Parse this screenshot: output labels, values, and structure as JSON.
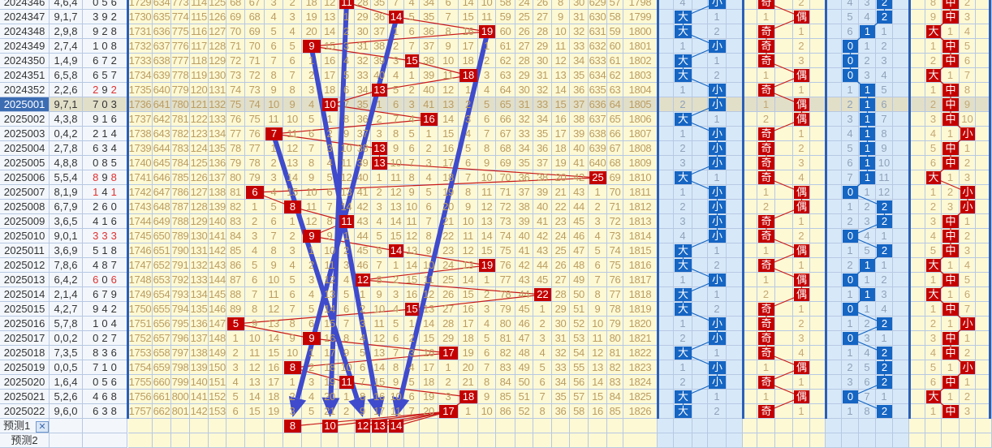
{
  "rows": [
    {
      "period": "2024346",
      "test": "4,6,4",
      "draw": [
        "0",
        "5",
        "6"
      ]
    },
    {
      "period": "2024347",
      "test": "9,1,7",
      "draw": [
        "3",
        "9",
        "2"
      ]
    },
    {
      "period": "2024348",
      "test": "2,9,8",
      "draw": [
        "9",
        "2",
        "8"
      ]
    },
    {
      "period": "2024349",
      "test": "2,7,4",
      "draw": [
        "1",
        "0",
        "8"
      ]
    },
    {
      "period": "2024350",
      "test": "1,4,9",
      "draw": [
        "6",
        "7",
        "2"
      ]
    },
    {
      "period": "2024351",
      "test": "6,5,8",
      "draw": [
        "6",
        "5",
        "7"
      ]
    },
    {
      "period": "2024352",
      "test": "2,2,6",
      "draw": [
        "2",
        "9",
        "2"
      ]
    },
    {
      "period": "2025001",
      "test": "9,7,1",
      "draw": [
        "7",
        "0",
        "3"
      ]
    },
    {
      "period": "2025002",
      "test": "4,3,8",
      "draw": [
        "9",
        "1",
        "6"
      ]
    },
    {
      "period": "2025003",
      "test": "0,4,2",
      "draw": [
        "2",
        "1",
        "4"
      ]
    },
    {
      "period": "2025004",
      "test": "2,7,8",
      "draw": [
        "6",
        "3",
        "4"
      ]
    },
    {
      "period": "2025005",
      "test": "4,8,8",
      "draw": [
        "0",
        "8",
        "5"
      ]
    },
    {
      "period": "2025006",
      "test": "5,5,4",
      "draw": [
        "8",
        "9",
        "8"
      ]
    },
    {
      "period": "2025007",
      "test": "8,1,9",
      "draw": [
        "1",
        "4",
        "1"
      ]
    },
    {
      "period": "2025008",
      "test": "6,7,9",
      "draw": [
        "2",
        "6",
        "0"
      ]
    },
    {
      "period": "2025009",
      "test": "3,6,5",
      "draw": [
        "4",
        "1",
        "6"
      ]
    },
    {
      "period": "2025010",
      "test": "9,0,1",
      "draw": [
        "3",
        "3",
        "3"
      ]
    },
    {
      "period": "2025011",
      "test": "3,6,9",
      "draw": [
        "5",
        "1",
        "8"
      ]
    },
    {
      "period": "2025012",
      "test": "7,8,6",
      "draw": [
        "4",
        "8",
        "7"
      ]
    },
    {
      "period": "2025013",
      "test": "6,4,2",
      "draw": [
        "6",
        "0",
        "6"
      ]
    },
    {
      "period": "2025014",
      "test": "2,1,4",
      "draw": [
        "6",
        "7",
        "9"
      ]
    },
    {
      "period": "2025015",
      "test": "4,2,7",
      "draw": [
        "9",
        "4",
        "2"
      ]
    },
    {
      "period": "2025016",
      "test": "5,7,8",
      "draw": [
        "1",
        "0",
        "4"
      ]
    },
    {
      "period": "2025017",
      "test": "0,0,2",
      "draw": [
        "0",
        "2",
        "7"
      ]
    },
    {
      "period": "2025018",
      "test": "7,3,5",
      "draw": [
        "8",
        "3",
        "6"
      ]
    },
    {
      "period": "2025019",
      "test": "0,0,5",
      "draw": [
        "7",
        "1",
        "0"
      ]
    },
    {
      "period": "2025020",
      "test": "1,6,4",
      "draw": [
        "0",
        "5",
        "6"
      ]
    },
    {
      "period": "2025021",
      "test": "5,2,6",
      "draw": [
        "4",
        "6",
        "8"
      ]
    },
    {
      "period": "2025022",
      "test": "9,6,0",
      "draw": [
        "6",
        "3",
        "8"
      ]
    }
  ],
  "selected_period": "2025001",
  "sum_first_row_omissions": [
    1729,
    634,
    773,
    114,
    125,
    68,
    67,
    3,
    2,
    18,
    12,
    0,
    28,
    35,
    7,
    4,
    34,
    6,
    14,
    10,
    58,
    24,
    26,
    8,
    30,
    629,
    57,
    1798
  ],
  "panels": [
    {
      "name": "big-small",
      "labels": [
        "大",
        "小"
      ],
      "first_row_omissions": [
        4,
        0
      ],
      "style": "blue"
    },
    {
      "name": "odd-even",
      "labels": [
        "奇",
        "偶"
      ],
      "first_row_omissions": [
        0,
        2
      ],
      "style": "red"
    },
    {
      "name": "mod3-route",
      "labels": [
        "0",
        "1",
        "2"
      ],
      "first_row_omissions": [
        4,
        3,
        0
      ],
      "style": "blue"
    },
    {
      "name": "big-mid-small",
      "labels": [
        "大",
        "中",
        "小"
      ],
      "first_row_omissions": [
        8,
        0,
        2
      ],
      "style": "red"
    }
  ],
  "predictions": [
    {
      "label": "预测1",
      "values": [
        8,
        10,
        12,
        13,
        14
      ]
    },
    {
      "label": "预测2",
      "values": []
    }
  ],
  "colors": {
    "hit_red": "#c40000",
    "hit_blue": "#1565c3",
    "arrow": "#3f4bcc",
    "line_red": "#c81818"
  }
}
